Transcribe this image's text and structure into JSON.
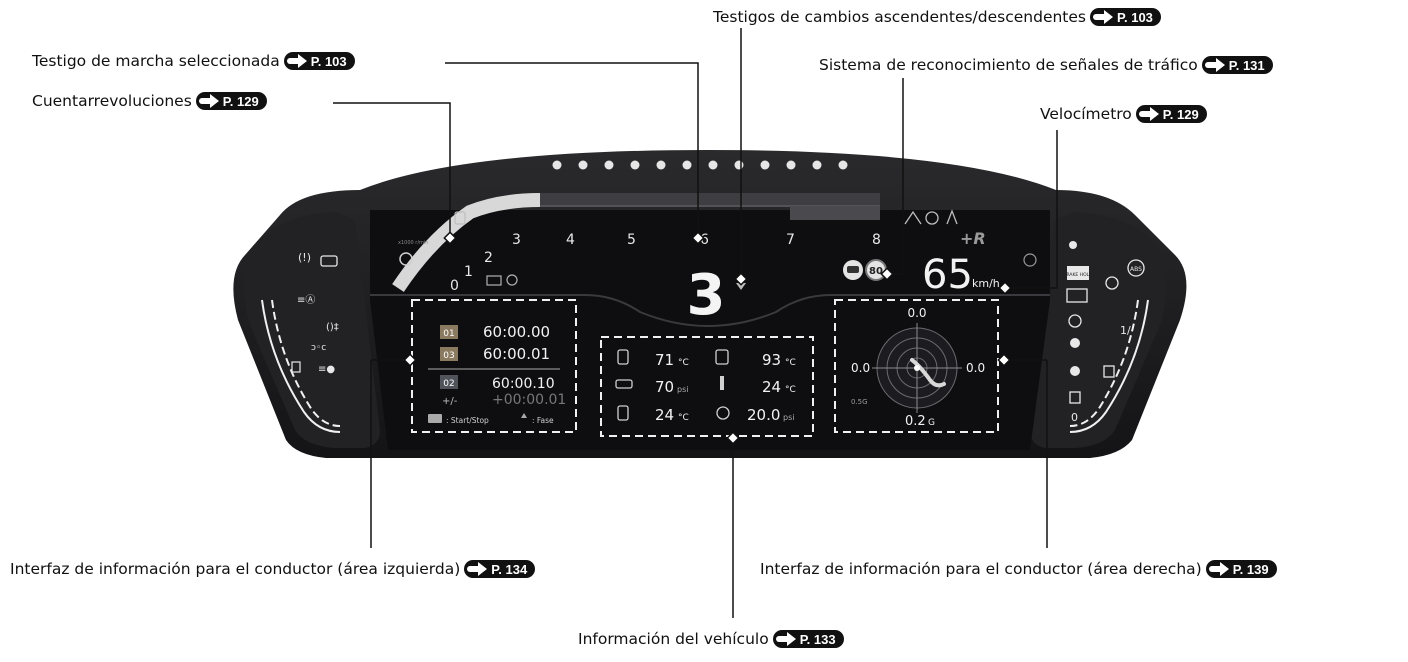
{
  "callouts": {
    "gear_indicator": {
      "label": "Testigo de marcha seleccionada",
      "page": "P. 103"
    },
    "tachometer": {
      "label": "Cuentarrevoluciones",
      "page": "P. 129"
    },
    "shift_indicators": {
      "label": "Testigos de cambios ascendentes/descendentes",
      "page": "P. 103"
    },
    "traffic_sign": {
      "label": "Sistema de reconocimiento de señales de tráfico",
      "page": "P. 131"
    },
    "speedometer": {
      "label": "Velocímetro",
      "page": "P. 129"
    },
    "left_area": {
      "label": "Interfaz de información para el conductor (área izquierda)",
      "page": "P. 134"
    },
    "right_area": {
      "label": "Interfaz de información para el conductor (área derecha)",
      "page": "P. 139"
    },
    "vehicle_info": {
      "label": "Información del vehículo",
      "page": "P. 133"
    }
  },
  "cluster": {
    "rpm_unit": "x1000 r/min",
    "rpm_ticks": [
      "0",
      "1",
      "2",
      "3",
      "4",
      "5",
      "6",
      "7",
      "8"
    ],
    "gear": "3",
    "speed": "65",
    "speed_unit": "km/h",
    "sign_speed": "80",
    "brand": "+R",
    "brake_hold": "BRAKE HOLD",
    "abs": "ABS",
    "fuel_full": "1/",
    "fuel_empty": "0"
  },
  "lap": {
    "row1_badge": "01",
    "row1_time": "60:00.00",
    "row2_badge": "03",
    "row2_time": "60:00.01",
    "row3_badge": "02",
    "row3_time": "60:00.10",
    "diff_label": "+/-",
    "diff_time": "+00:00.01",
    "footer_start": ": Start/Stop",
    "footer_phase": ": Fase"
  },
  "vehicle": {
    "coolant": "71",
    "coolant_unit": "°C",
    "oil_temp": "93",
    "oil_temp_unit": "°C",
    "oil_press": "70",
    "oil_press_unit": "psi",
    "intake_temp": "24",
    "intake_temp_unit": "°C",
    "trans_temp": "24",
    "trans_temp_unit": "°C",
    "boost": "20.0",
    "boost_unit": "psi"
  },
  "gmeter": {
    "top": "0.0",
    "left": "0.0",
    "right": "0.0",
    "scale": "0.5G",
    "bottom": "0.2",
    "bottom_unit": "G"
  },
  "colors": {
    "panel": "#1b1b1d",
    "screen": "#0e0e10",
    "text": "#f2f2f2",
    "dim": "#8a8a8a"
  }
}
